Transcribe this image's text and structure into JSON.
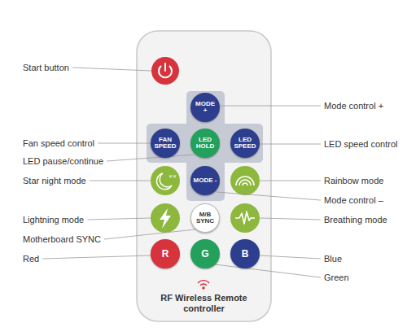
{
  "diagram": {
    "nodes": [
      {
        "text": [
          "RF Wireless Remote controller"
        ]
      },
      {
        "text": [
          "MODE +"
        ],
        "in": 0
      },
      {
        "text": [
          "FAN SPEED"
        ],
        "in": 0
      },
      {
        "text": [
          "LED HOLD"
        ],
        "in": 0
      },
      {
        "text": [
          "LED SPEED"
        ],
        "in": 0
      },
      {
        "text": [
          "MODE -"
        ],
        "in": 0
      },
      {
        "text": [
          "M/B SYNC"
        ],
        "in": 0
      },
      {
        "text": [
          "R"
        ],
        "in": 0
      },
      {
        "text": [
          "G"
        ],
        "in": 0
      },
      {
        "text": [
          "B"
        ],
        "in": 0
      }
    ],
    "edges": [],
    "labels": [
      "Start button",
      "Mode control +",
      "Fan speed control",
      "LED speed control",
      "LED pause/continue",
      "Star night mode",
      "Rainbow mode",
      "Mode control –",
      "Lightning mode",
      "Breathing mode",
      "Motherboard SYNC",
      "Red",
      "Blue",
      "Green"
    ]
  }
}
